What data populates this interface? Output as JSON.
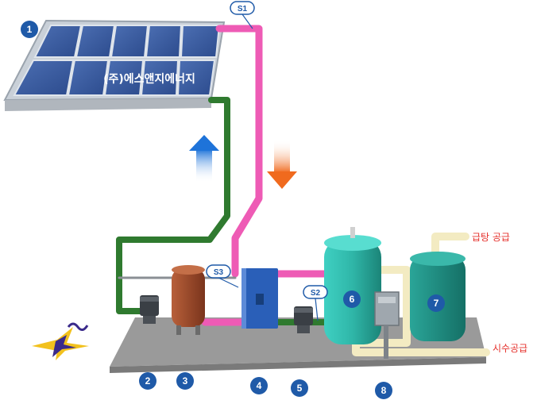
{
  "panel": {
    "company_label": "(주)에스앤지에너지"
  },
  "sensors": {
    "s1": "S1",
    "s2": "S2",
    "s3": "S3"
  },
  "labels": {
    "hot_water_supply": "급탕 공급",
    "cold_water_supply": "시수공급"
  },
  "components": [
    {
      "num": "1",
      "icon": "solar-collector"
    },
    {
      "num": "2",
      "icon": "circulation-pump"
    },
    {
      "num": "3",
      "icon": "expansion-tank"
    },
    {
      "num": "4",
      "icon": "plate-heat-exchanger"
    },
    {
      "num": "5",
      "icon": "circulation-pump"
    },
    {
      "num": "6",
      "icon": "heat-storage-tank"
    },
    {
      "num": "7",
      "icon": "auxiliary-tank"
    },
    {
      "num": "8",
      "icon": "control-panel"
    }
  ],
  "colors": {
    "hot_pipe": "#ee5bb5",
    "return_pipe": "#2f7a2f",
    "water_pipe": "#f3ebc2",
    "badge": "#1f5aa8",
    "label_red": "#e5322d",
    "tank_teal": "#2fb6a8",
    "expansion_tank": "#9a4a2a",
    "heat_exchanger": "#2a5fb8",
    "base": "#8f8f8f"
  }
}
